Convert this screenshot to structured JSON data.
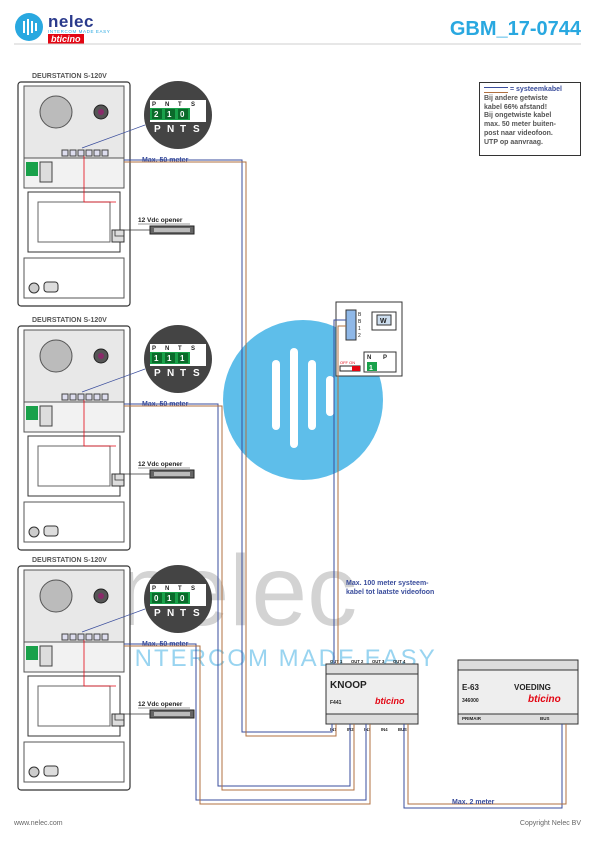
{
  "header": {
    "brand_name": "nelec",
    "brand_tagline": "INTERCOM MADE EASY",
    "brand_partner": "bticino",
    "doc_code": "GBM_17-0744"
  },
  "legend": {
    "system_cable_label": "= systeemkabel",
    "note_lines": [
      "Bij andere getwiste",
      "kabel 66% afstand!",
      "Bij ongetwiste kabel",
      "max. 50 meter buiten-",
      "post naar videofoon.",
      "UTP op aanvraag."
    ]
  },
  "stations": [
    {
      "title": "DEURSTATION S-120V",
      "dip_values": [
        "2",
        "1",
        "0"
      ],
      "cable_label": "Max. 50 meter",
      "opener_label": "12 Vdc opener"
    },
    {
      "title": "DEURSTATION S-120V",
      "dip_values": [
        "1",
        "1",
        "1"
      ],
      "cable_label": "Max. 50 meter",
      "opener_label": "12 Vdc opener"
    },
    {
      "title": "DEURSTATION S-120V",
      "dip_values": [
        "0",
        "1",
        "0"
      ],
      "cable_label": "Max. 50 meter",
      "opener_label": "12 Vdc opener"
    }
  ],
  "dip_header": [
    "P",
    "N",
    "T",
    "S"
  ],
  "dip_zoom_labels": [
    "P",
    "N",
    "T",
    "S"
  ],
  "videophone": {
    "terminals": [
      "B",
      "B",
      "1",
      "2"
    ],
    "badge": "W",
    "dip_labels": [
      "N",
      "P"
    ],
    "dip_value": "1",
    "switch_label": "OFF ON"
  },
  "distance_labels": {
    "system_max": "Max. 100 meter systeem-",
    "system_max_2": "kabel tot laatste videofoon",
    "supply_max": "Max. 2 meter"
  },
  "knoop": {
    "title": "KNOOP",
    "code": "F441",
    "brand": "bticino",
    "top_ports": [
      "OUT 1",
      "OUT 2",
      "OUT 3",
      "OUT 4"
    ],
    "bottom_ports": [
      "IN1",
      "IN2",
      "IN3",
      "IN4",
      "BUS"
    ]
  },
  "voeding": {
    "model": "E-63",
    "title": "VOEDING",
    "code": "346000",
    "brand": "bticino",
    "left_label": "PRIMAIR",
    "right_label": "BUS"
  },
  "watermark": {
    "word": "nelec",
    "tagline": "INTERCOM MADE EASY"
  },
  "footer": {
    "website": "www.nelec.com",
    "copyright": "Copyright Nelec BV"
  },
  "colors": {
    "accent": "#29a8e0",
    "cable_blue": "#3a4d9c",
    "cable_brown": "#b07040",
    "cable_red": "#e30613",
    "green": "#19a14a"
  }
}
